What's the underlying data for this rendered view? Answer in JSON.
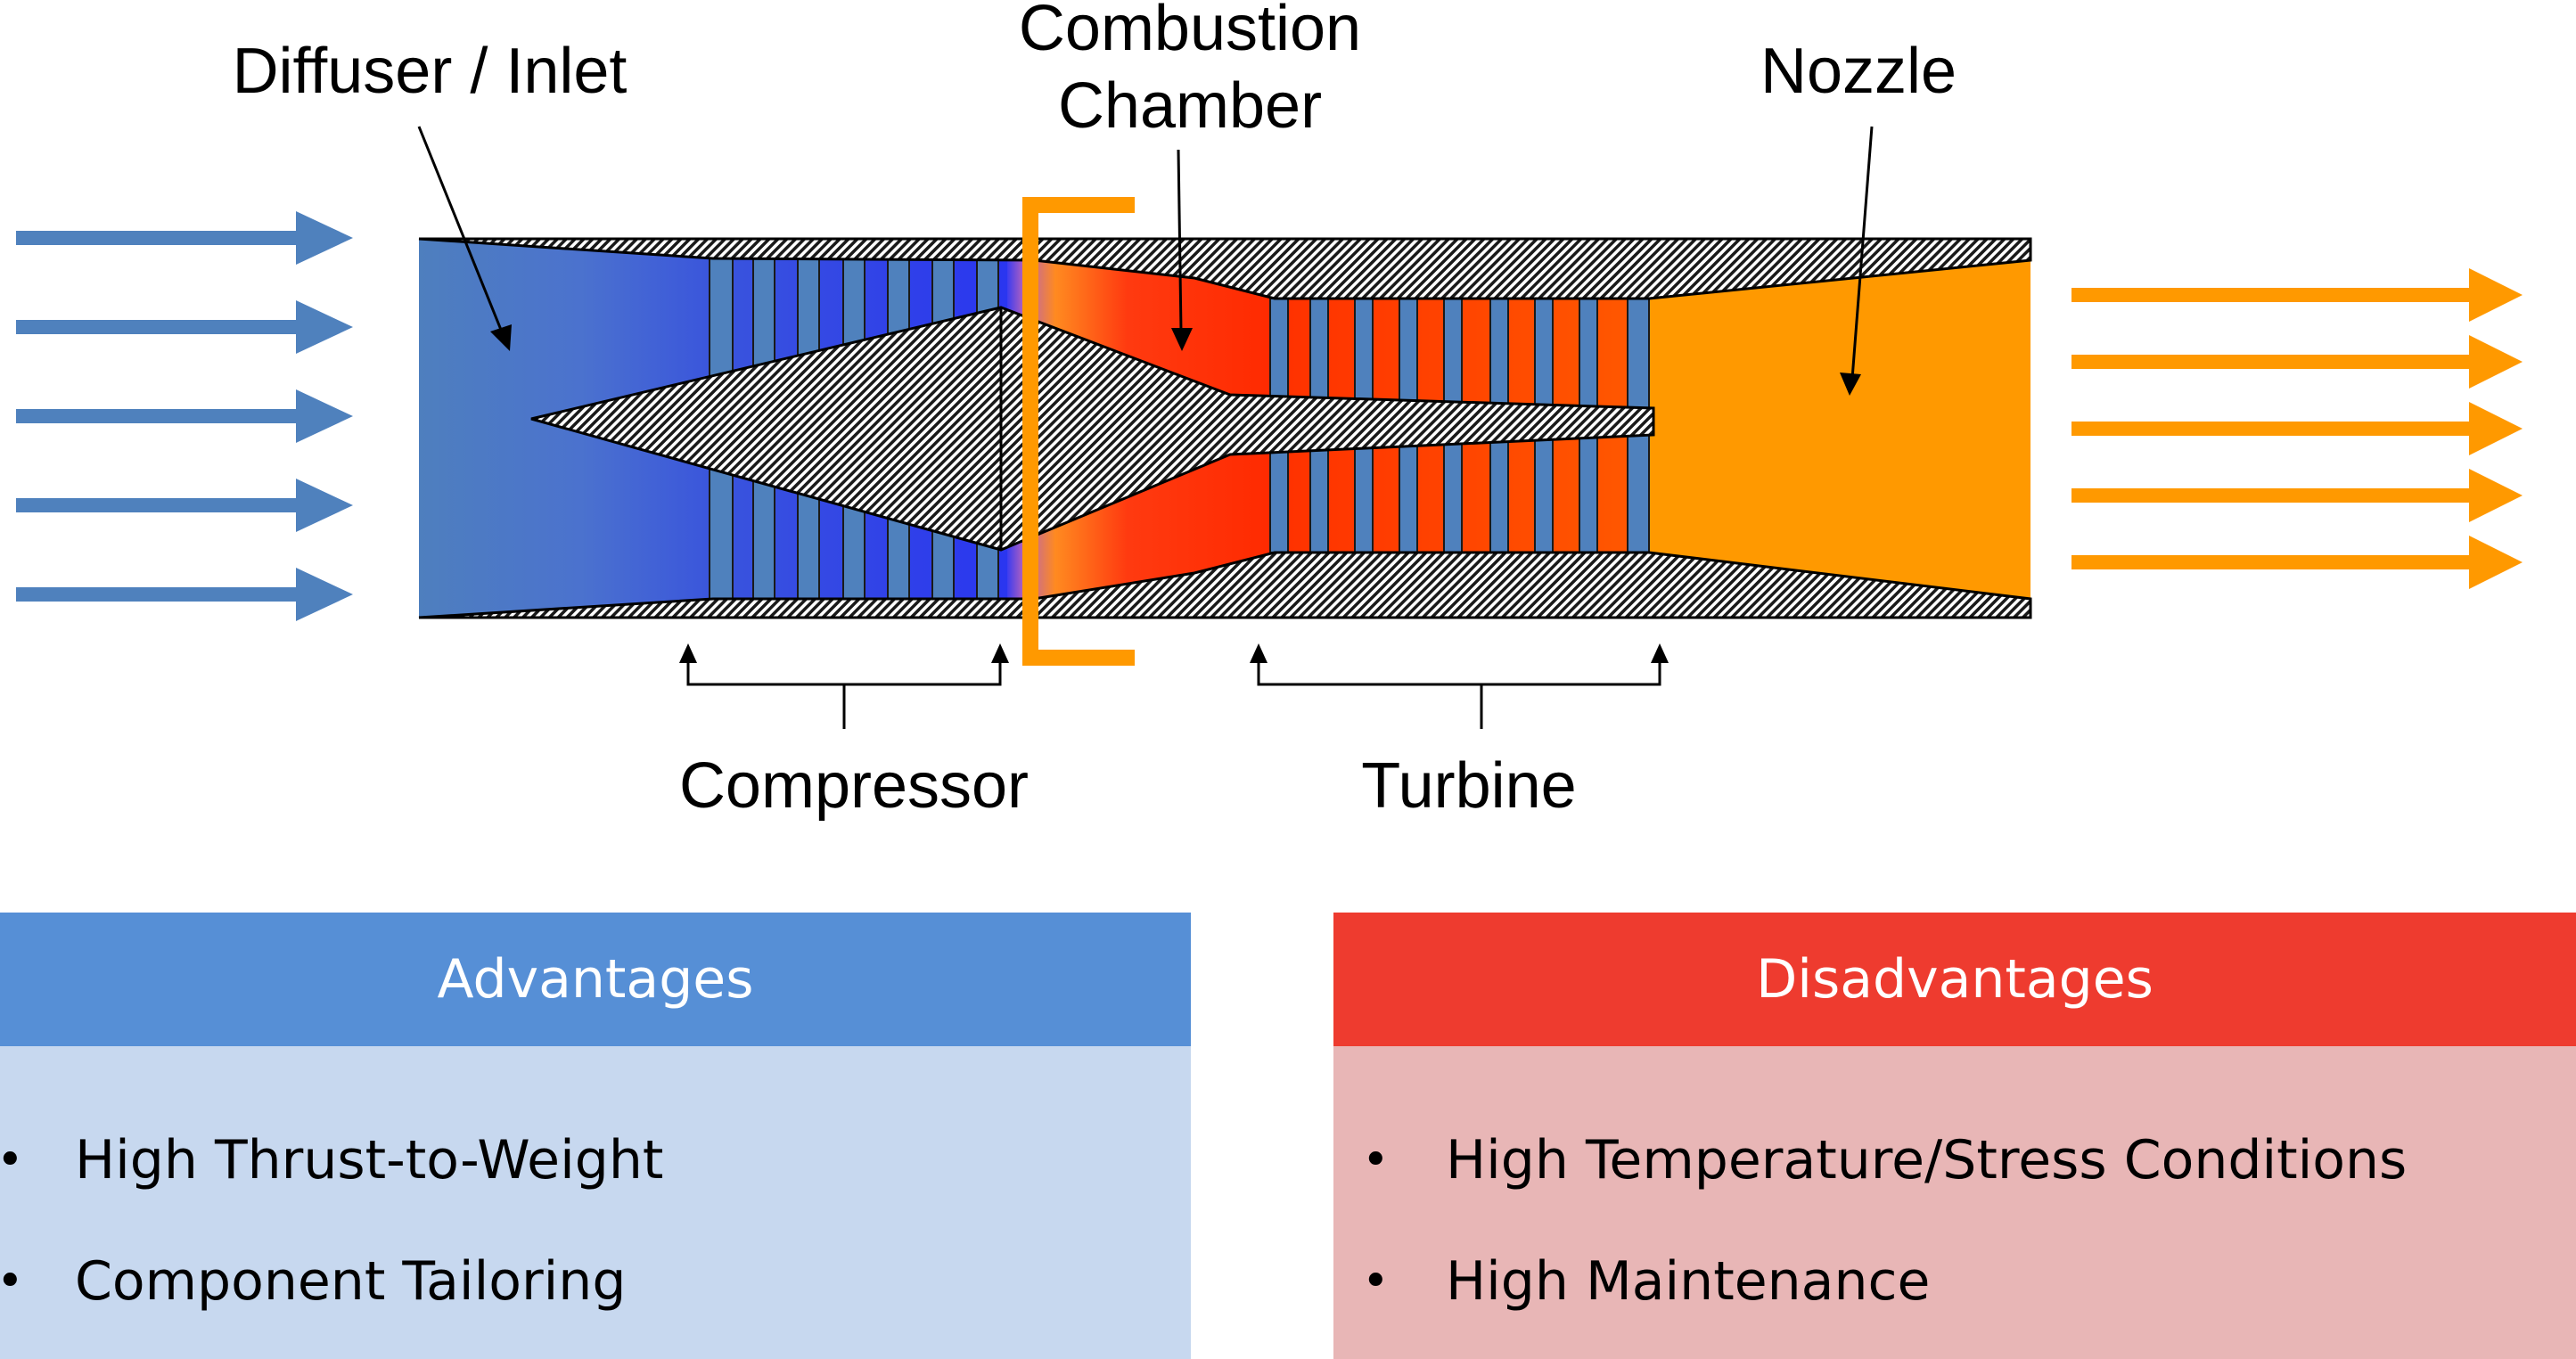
{
  "labels": {
    "diffuser": "Diffuser / Inlet",
    "combustion_line1": "Combustion",
    "combustion_line2": "Chamber",
    "nozzle": "Nozzle",
    "compressor": "Compressor",
    "turbine": "Turbine"
  },
  "advantages": {
    "title": "Advantages",
    "items": [
      "High Thrust-to-Weight",
      "Component Tailoring"
    ]
  },
  "disadvantages": {
    "title": "Disadvantages",
    "items": [
      "High Temperature/Stress Conditions",
      "High Maintenance"
    ]
  },
  "colors": {
    "intake_blue": "#4f81bd",
    "exhaust_orange": "#ff9900",
    "advantages_header": "#568fd6",
    "advantages_body": "#c7d8ef",
    "disadvantages_header": "#ee3b2f",
    "disadvantages_body": "#e8b6b6"
  }
}
